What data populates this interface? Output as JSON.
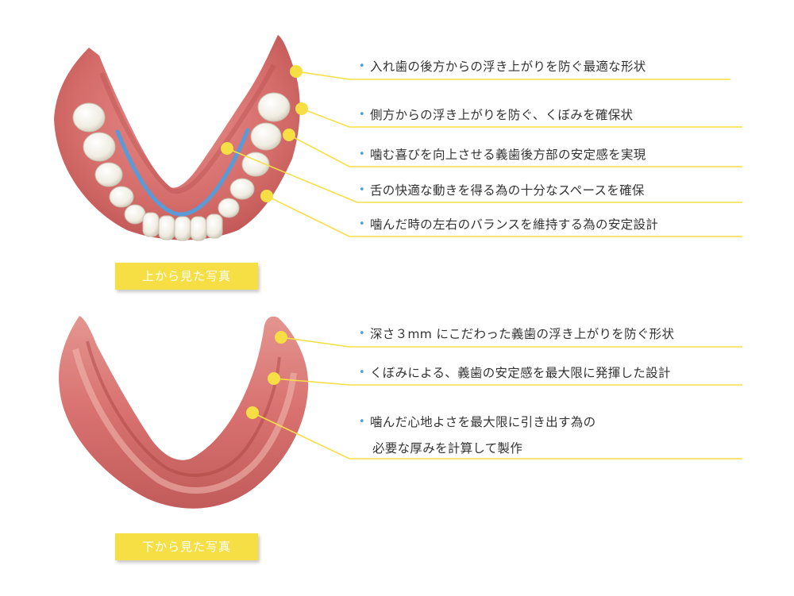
{
  "colors": {
    "accent_yellow": "#f6df45",
    "bullet_blue": "#4aa3d4",
    "gum_pink": "#d9706f",
    "tongue_line_blue": "#5a9ad6",
    "text": "#333333"
  },
  "top_section": {
    "caption": "上から見た写真",
    "annotations": [
      {
        "text": "入れ歯の後方からの浮き上がりを防ぐ最適な形状"
      },
      {
        "text": "側方からの浮き上がりを防ぐ、くぼみを確保状"
      },
      {
        "text": "噛む喜びを向上させる義歯後方部の安定感を実現"
      },
      {
        "text": "舌の快適な動きを得る為の十分なスペースを確保"
      },
      {
        "text": "噛んだ時の左右のバランスを維持する為の安定設計"
      }
    ]
  },
  "bottom_section": {
    "caption": "下から見た写真",
    "annotations": [
      {
        "text": "深さ３mm にこだわった義歯の浮き上がりを防ぐ形状"
      },
      {
        "text": "くぼみによる、義歯の安定感を最大限に発揮した設計"
      },
      {
        "text": "噛んだ心地よさを最大限に引き出す為の",
        "line2": "必要な厚みを計算して製作"
      }
    ]
  }
}
